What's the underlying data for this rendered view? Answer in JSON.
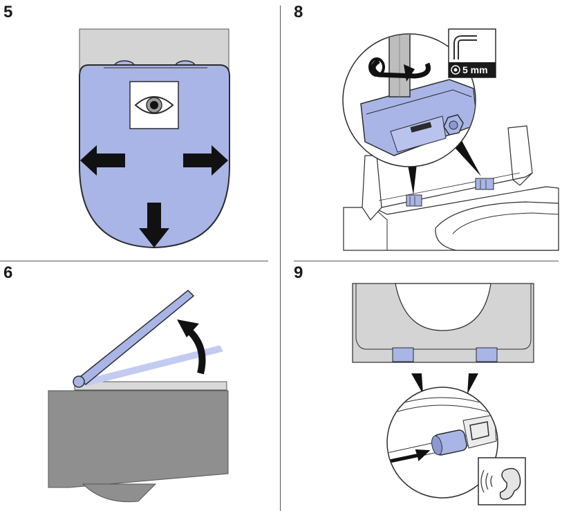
{
  "steps": [
    {
      "number": "5"
    },
    {
      "number": "8"
    },
    {
      "number": "6"
    },
    {
      "number": "9"
    }
  ],
  "tool": {
    "size_label": "5 mm",
    "icon": "hex-key-icon"
  },
  "colors": {
    "seat_blue": "#a9b5e6",
    "outline": "#2b2b2b",
    "ceramic_grey": "#d9d9d9",
    "dark_grey": "#8a8a8a"
  }
}
